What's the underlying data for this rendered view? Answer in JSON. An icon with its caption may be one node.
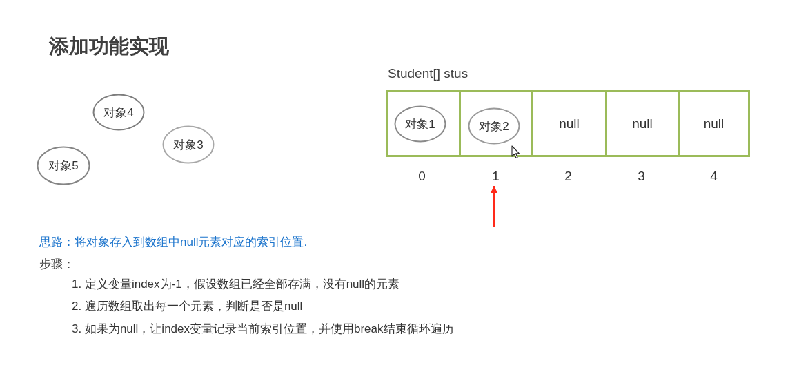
{
  "diagram": {
    "title": "添加功能实现",
    "nodes": [
      {
        "text": [
          "对象4"
        ]
      },
      {
        "text": [
          "对象3"
        ]
      },
      {
        "text": [
          "对象5"
        ]
      },
      {
        "text": [
          "Student[] stus"
        ]
      },
      {
        "text": [],
        "shape": "box",
        "in": 3,
        "beside": [
          "0"
        ]
      },
      {
        "text": [
          "对象1"
        ],
        "in": 4
      },
      {
        "text": [],
        "shape": "box",
        "in": 3,
        "beside": [
          "1"
        ]
      },
      {
        "text": [
          "对象2"
        ],
        "in": 6
      },
      {
        "text": [
          "null"
        ],
        "in": 3,
        "beside": [
          "2"
        ]
      },
      {
        "text": [
          "null"
        ],
        "in": 3,
        "beside": [
          "3"
        ]
      },
      {
        "text": [
          "null"
        ],
        "in": 3,
        "beside": [
          "4"
        ]
      }
    ],
    "edges": [
      {
        "from": null,
        "to": 6,
        "arrow": "to",
        "color": "#ff2a1a"
      }
    ],
    "labels": [
      "思路：将对象存入到数组中null元素对应的索引位置.",
      "步骤：",
      "1. 定义变量index为-1，假设数组已经全部存满，没有null的元素",
      "2. 遍历数组取出每一个元素，判断是否是null",
      "3. 如果为null，让index变量记录当前索引位置，并使用break结束循环遍历"
    ]
  }
}
